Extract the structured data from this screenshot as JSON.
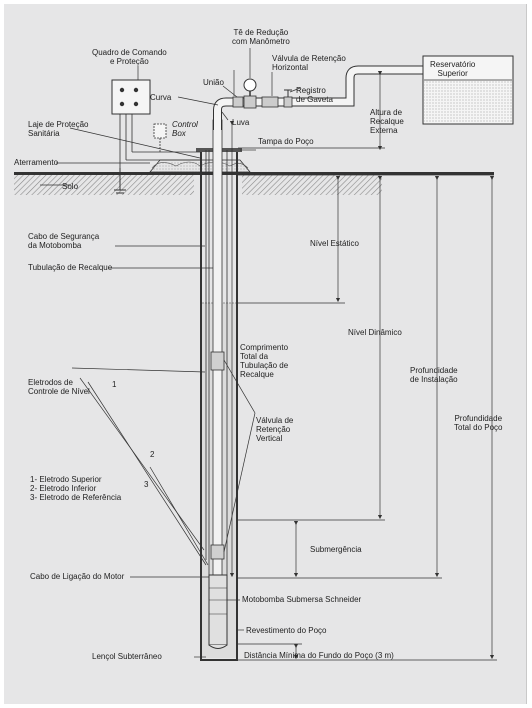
{
  "labels": {
    "quadro": "Quadro de Comando\ne Proteção",
    "te_reducao": "Tê de Redução\ncom Manômetro",
    "valvula_horizontal": "Válvula de Retenção\nHorizontal",
    "reservatorio": "Reservatório\nSuperior",
    "uniao": "União",
    "registro": "Registro\nde Gaveta",
    "curva": "Curva",
    "luva": "Luva",
    "control_box": "Control\nBox",
    "laje": "Laje de Proteção\nSanitária",
    "tampa": "Tampa do Poço",
    "altura_recalque": "Altura de\nRecalque\nExterna",
    "aterramento": "Aterramento",
    "solo": "Solo",
    "cabo_seguranca": "Cabo de Segurança\nda Motobomba",
    "nivel_estatico": "Nível Estático",
    "tubulacao_recalque": "Tubulação de Recalque",
    "nivel_dinamico": "Nível Dinâmico",
    "comprimento_total": "Comprimento\nTotal da\nTubulação de\nRecalque",
    "profundidade_instalacao": "Profundidade\nde Instalação",
    "eletrodos": "Eletrodos de\nControle de Nível",
    "num_1": "1",
    "num_2": "2",
    "num_3": "3",
    "profundidade_total": "Profundidade\nTotal do Poço",
    "valvula_vertical": "Válvula de\nRetenção\nVertical",
    "legenda_eletrodos": "1- Eletrodo Superior\n2- Eletrodo Inferior\n3- Eletrodo de Referência",
    "submergencia": "Submergência",
    "cabo_ligacao": "Cabo de Ligação do Motor",
    "motobomba": "Motobomba Submersa Schneider",
    "revestimento": "Revestimento do Poço",
    "lencol": "Lençol Subterrâneo",
    "distancia_minima": "Distância Mínima do Fundo do Poço (3 m)"
  },
  "colors": {
    "background": "#e6e6e7",
    "water": "#dcdcdc",
    "soil": "#bdbdbd",
    "lines": "#333333"
  }
}
